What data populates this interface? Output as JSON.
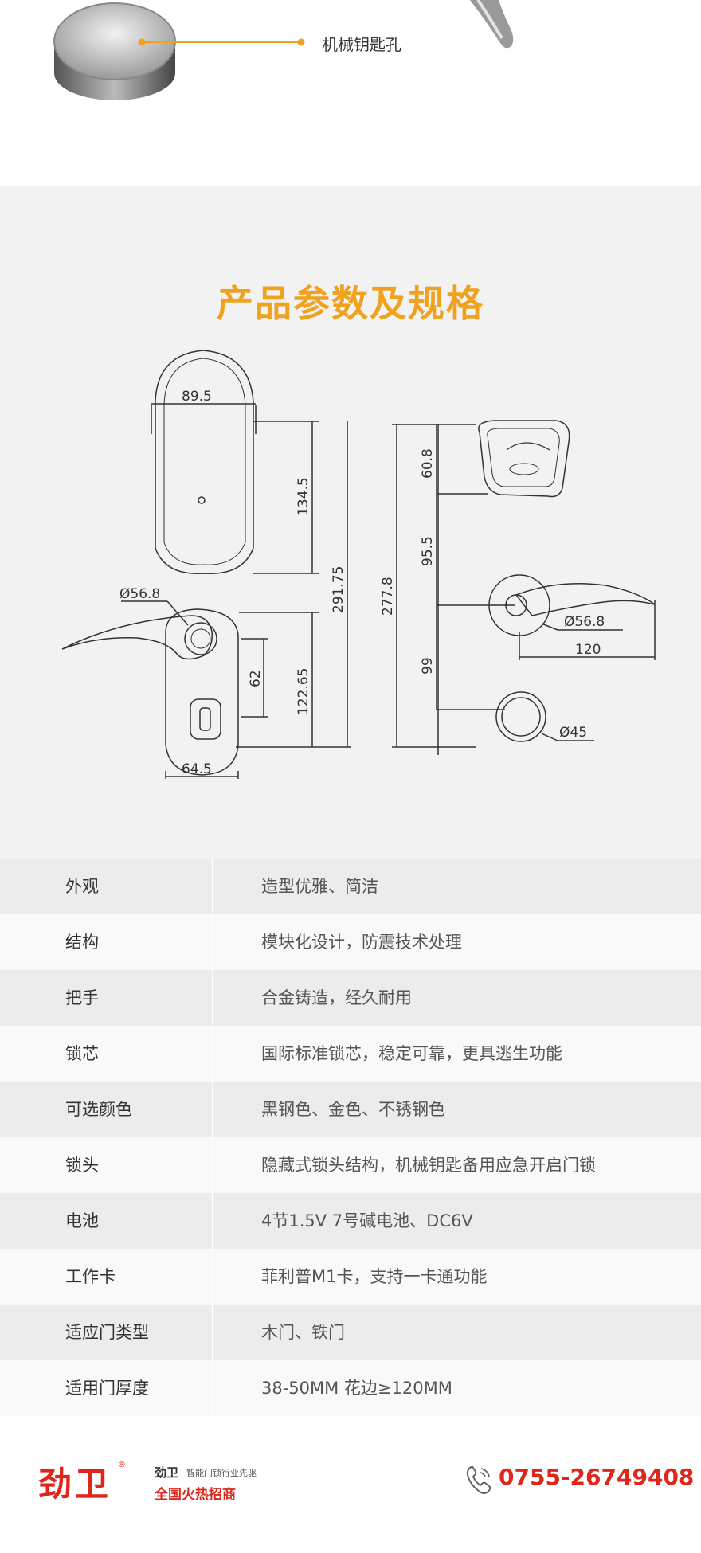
{
  "feature": {
    "key_hole_label": "机械钥匙孔"
  },
  "spec": {
    "title": "产品参数及规格",
    "dims": {
      "top_width": "89.5",
      "panel_height": "134.5",
      "total_height": "291.75",
      "handle_dia": "Ø56.8",
      "cyl_offset": "62",
      "lower_height": "122.65",
      "lower_width": "64.5",
      "side_height": "277.8",
      "reader_height": "60.8",
      "reader_to_handle": "95.5",
      "handle_to_cyl": "99",
      "side_handle_dia": "Ø56.8",
      "lever_len": "120",
      "cyl_dia": "Ø45"
    }
  },
  "table": [
    {
      "k": "外观",
      "v": "造型优雅、简洁"
    },
    {
      "k": "结构",
      "v": "模块化设计，防震技术处理"
    },
    {
      "k": "把手",
      "v": "合金铸造，经久耐用"
    },
    {
      "k": "锁芯",
      "v": "国际标准锁芯，稳定可靠，更具逃生功能"
    },
    {
      "k": "可选颜色",
      "v": "黑钢色、金色、不锈钢色"
    },
    {
      "k": "锁头",
      "v": "隐藏式锁头结构，机械钥匙备用应急开启门锁"
    },
    {
      "k": "电池",
      "v": "4节1.5V  7号碱电池、DC6V"
    },
    {
      "k": "工作卡",
      "v": "菲利普M1卡，支持一卡通功能"
    },
    {
      "k": "适应门类型",
      "v": "木门、铁门"
    },
    {
      "k": "适用门厚度",
      "v": "38-50MM  花边≥120MM"
    }
  ],
  "footer": {
    "brand": "劲卫",
    "reg": "®",
    "name": "劲卫",
    "slogan": "智能门锁行业先驱",
    "cta": "全国火热招商",
    "phone": "0755-26749408"
  },
  "colors": {
    "accent": "#f0a21e",
    "brand_red": "#e0261b"
  }
}
